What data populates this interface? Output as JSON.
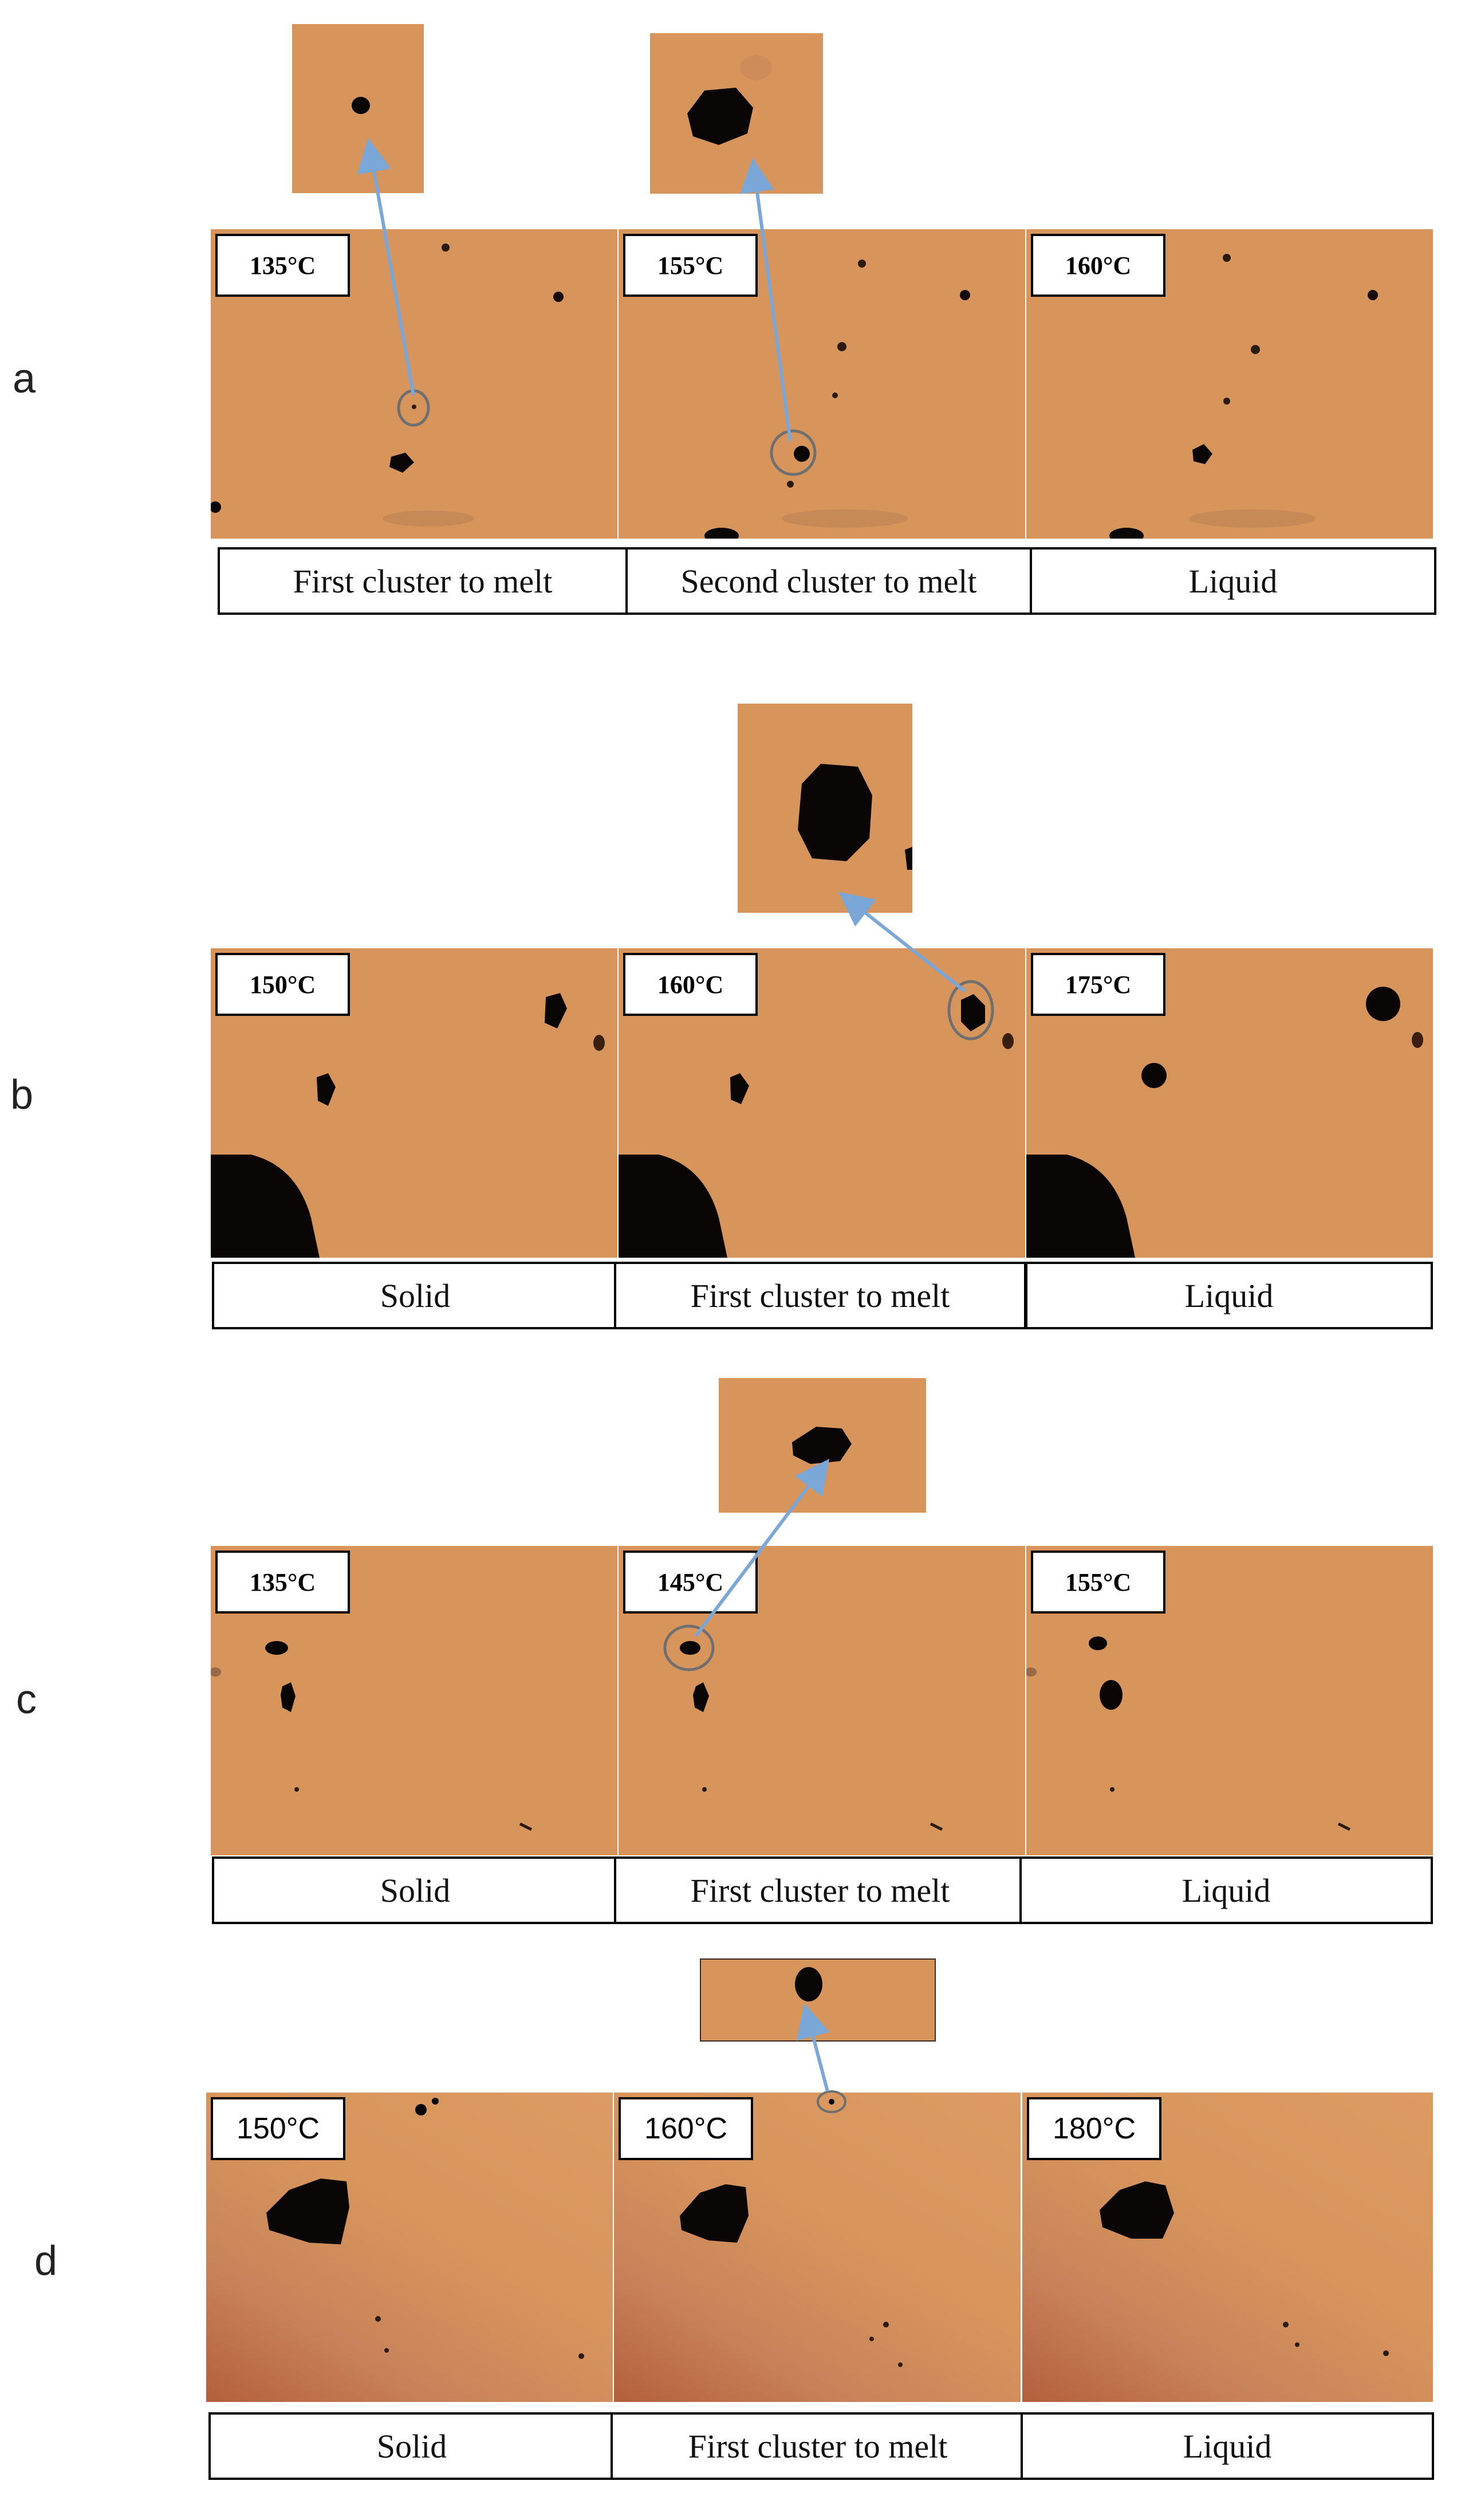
{
  "colors": {
    "background": "#d7955c",
    "particle": "#0a0606",
    "arrow": "#7ba7d6",
    "ring": "#6f6f6f"
  },
  "rows": [
    {
      "letter": "a",
      "temps": [
        "135°C",
        "155°C",
        "160°C"
      ],
      "captions": [
        "First cluster to melt",
        "Second cluster to melt",
        "Liquid"
      ]
    },
    {
      "letter": "b",
      "temps": [
        "150°C",
        "160°C",
        "175°C"
      ],
      "captions": [
        "Solid",
        "First cluster to melt",
        "Liquid"
      ]
    },
    {
      "letter": "c",
      "temps": [
        "135°C",
        "145°C",
        "155°C"
      ],
      "captions": [
        "Solid",
        "First cluster to melt",
        "Liquid"
      ]
    },
    {
      "letter": "d",
      "temps": [
        "150°C",
        "160°C",
        "180°C"
      ],
      "captions": [
        "Solid",
        "First cluster to melt",
        "Liquid"
      ]
    }
  ]
}
